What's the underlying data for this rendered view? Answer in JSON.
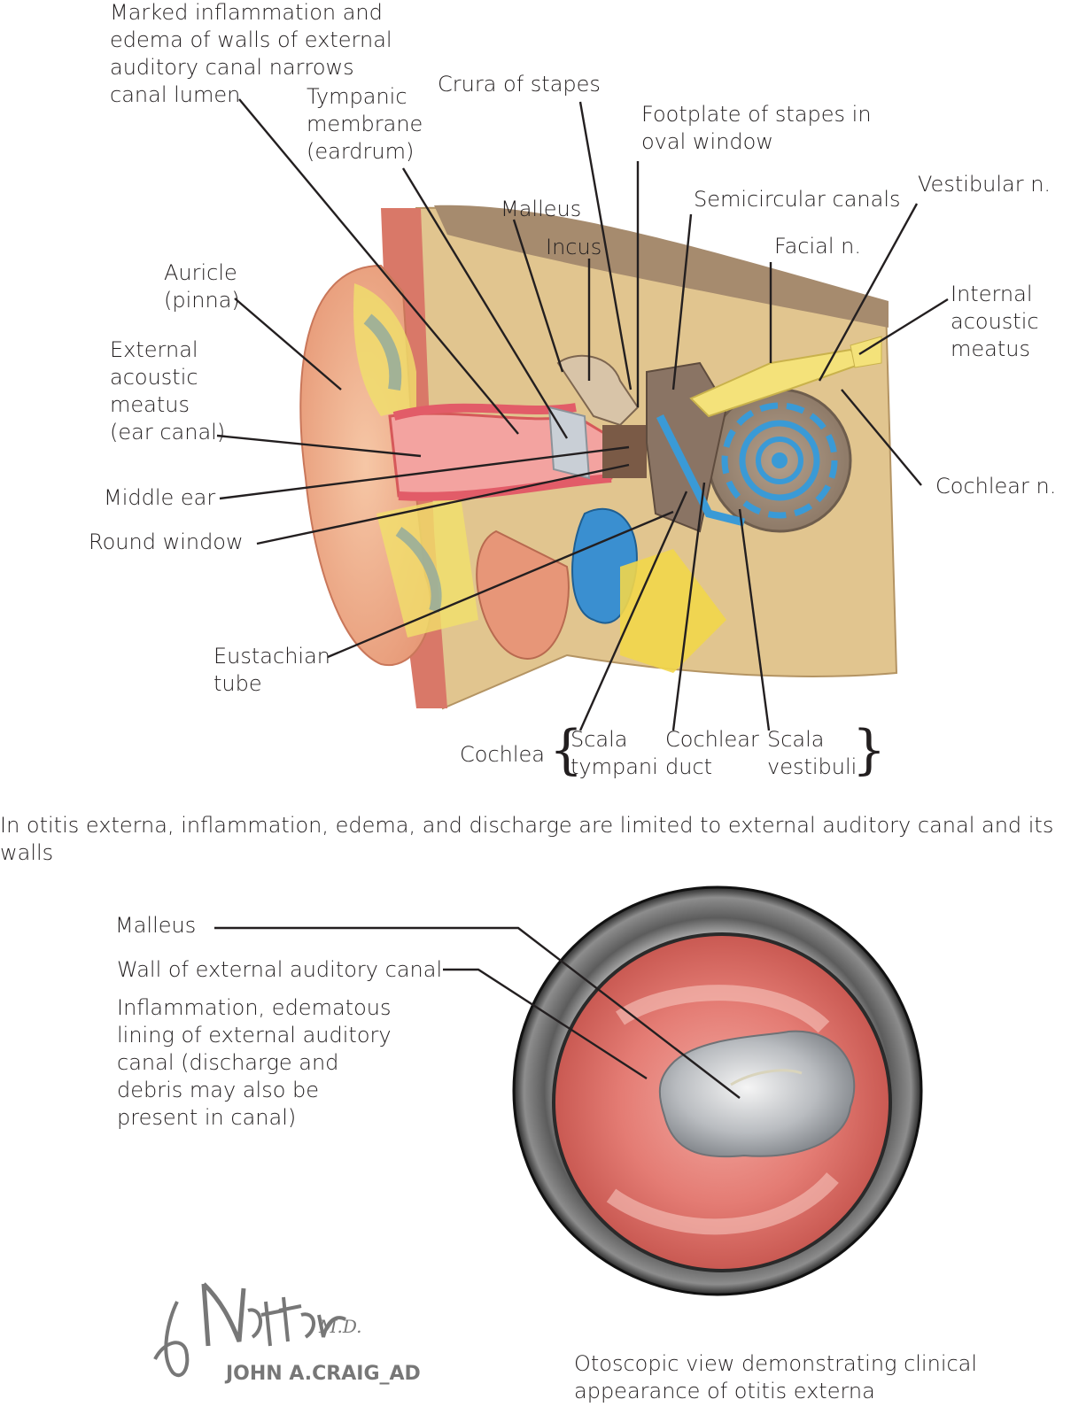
{
  "figure": {
    "top_labels": {
      "marked_inflammation": "Marked inflammation and\nedema of walls of external\nauditory canal narrows\ncanal lumen",
      "tympanic_membrane": "Tympanic\nmembrane\n(eardrum)",
      "crura_of_stapes": "Crura of stapes",
      "footplate_of_stapes": "Footplate of stapes in\noval window",
      "malleus": "Malleus",
      "incus": "Incus",
      "semicircular_canals": "Semicircular canals",
      "vestibular_n": "Vestibular n.",
      "facial_n": "Facial n.",
      "internal_acoustic_meatus": "Internal\nacoustic\nmeatus",
      "auricle": "Auricle\n(pinna)",
      "external_acoustic_meatus": "External\nacoustic\nmeatus\n(ear canal)",
      "middle_ear": "Middle ear",
      "round_window": "Round window",
      "cochlear_n": "Cochlear  n.",
      "eustachian_tube": "Eustachian\ntube",
      "cochlea": "Cochlea",
      "scala_tympani": "Scala\ntympani",
      "cochlear_duct": "Cochlear\nduct",
      "scala_vestibuli": "Scala\nvestibuli"
    },
    "caption": "In otitis externa, inflammation, edema, and discharge are limited to external auditory canal and its walls",
    "bottom_labels": {
      "malleus": "Malleus",
      "wall_of_canal": "Wall of external auditory canal",
      "inflammation_lining": "Inflammation, edematous\nlining of external auditory\ncanal (discharge and\ndebris may also be\npresent in canal)",
      "otoscopic_view": "Otoscopic view demonstrating clinical\nappearance of otitis externa"
    },
    "signature": {
      "artist": "F. Netter M.D.",
      "coartist": "JOHN A.CRAIG_AD"
    }
  }
}
